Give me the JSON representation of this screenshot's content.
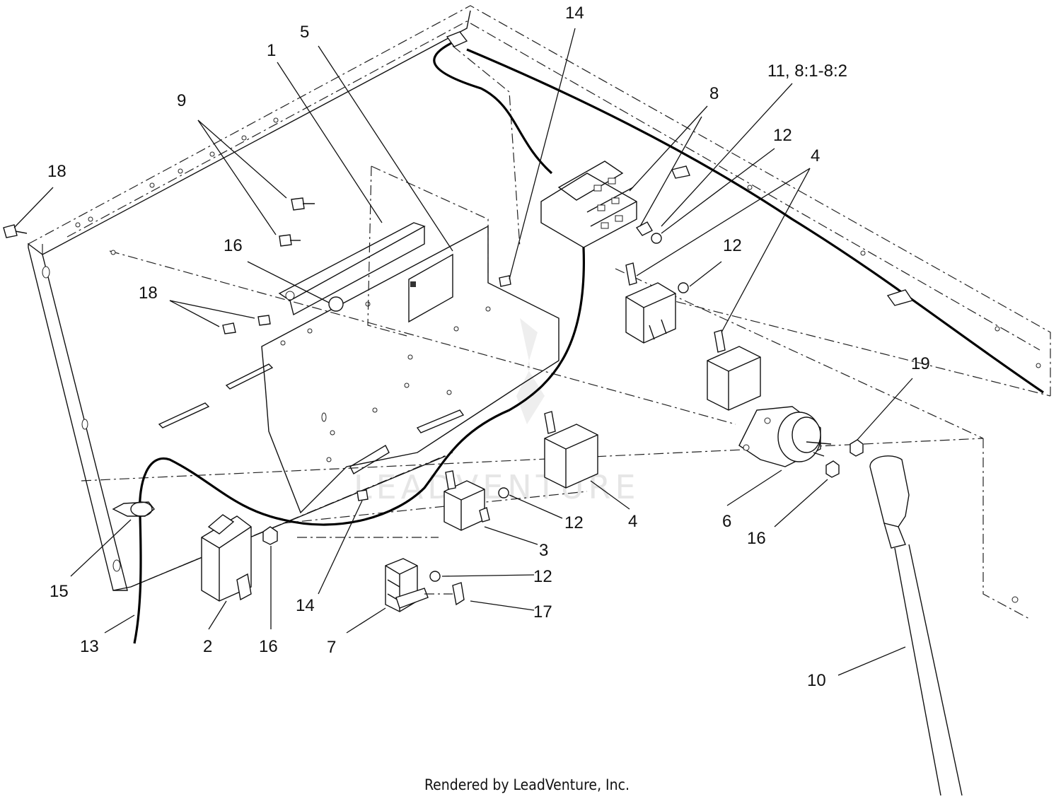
{
  "callouts": [
    {
      "label": "14"
    },
    {
      "label": "5"
    },
    {
      "label": "1"
    },
    {
      "label": "11, 8:1-8:2"
    },
    {
      "label": "8"
    },
    {
      "label": "9"
    },
    {
      "label": "12"
    },
    {
      "label": "4"
    },
    {
      "label": "18"
    },
    {
      "label": "16"
    },
    {
      "label": "12"
    },
    {
      "label": "18"
    },
    {
      "label": "19"
    },
    {
      "label": "12"
    },
    {
      "label": "4"
    },
    {
      "label": "6"
    },
    {
      "label": "3"
    },
    {
      "label": "16"
    },
    {
      "label": "12"
    },
    {
      "label": "15"
    },
    {
      "label": "14"
    },
    {
      "label": "17"
    },
    {
      "label": "13"
    },
    {
      "label": "2"
    },
    {
      "label": "16"
    },
    {
      "label": "7"
    },
    {
      "label": "10"
    }
  ],
  "watermark": "LEADVENTURE",
  "footer": "Rendered by LeadVenture, Inc.",
  "colors": {
    "line": "#111111",
    "background": "#ffffff",
    "watermark": "#e6e6e6"
  }
}
